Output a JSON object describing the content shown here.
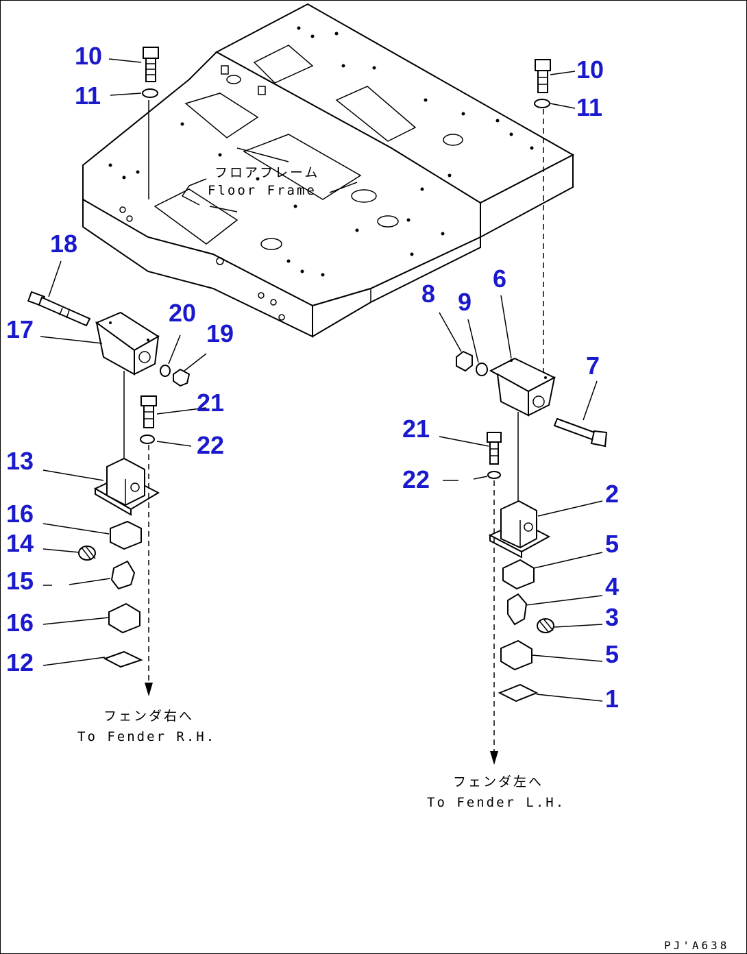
{
  "callouts": {
    "n10L": "10",
    "n11L": "11",
    "n18": "18",
    "n17": "17",
    "n20": "20",
    "n19": "19",
    "n21L": "21",
    "n22L": "22",
    "n13": "13",
    "n16a": "16",
    "n14": "14",
    "n15": "15",
    "n16b": "16",
    "n12": "12",
    "n10R": "10",
    "n11R": "11",
    "n8": "8",
    "n9": "9",
    "n6": "6",
    "n7": "7",
    "n21R": "21",
    "n22R": "22",
    "n2": "2",
    "n5a": "5",
    "n4": "4",
    "n3": "3",
    "n5b": "5",
    "n1": "1"
  },
  "labels": {
    "floor_frame_jp": "フロアフレーム",
    "floor_frame_en": "Floor Frame",
    "fender_rh_jp": "フェンダ右へ",
    "fender_rh_en": "To Fender R.H.",
    "fender_lh_jp": "フェンダ左へ",
    "fender_lh_en": "To Fender L.H.",
    "drawing_code": "PJ'A638"
  },
  "colors": {
    "callout": "#1a1acc",
    "line": "#000000"
  }
}
